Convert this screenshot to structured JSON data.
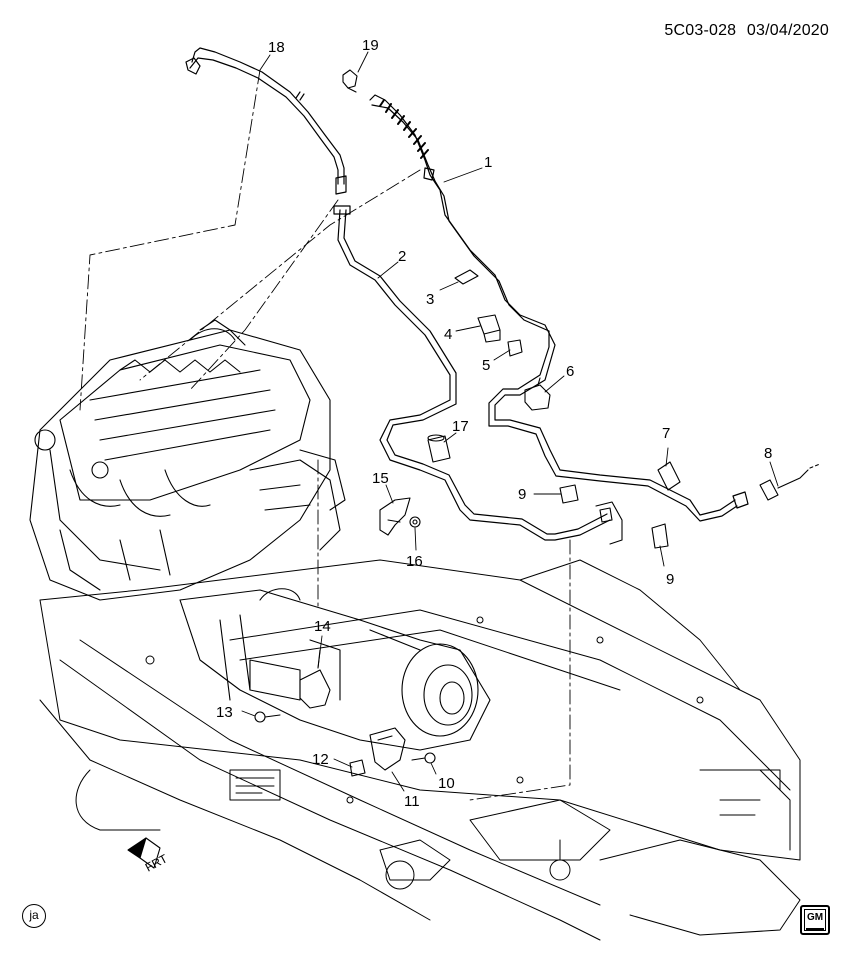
{
  "header": {
    "ref_code": "5C03-028",
    "date": "03/04/2020"
  },
  "callouts": {
    "c1": "1",
    "c2": "2",
    "c3": "3",
    "c4": "4",
    "c5": "5",
    "c6": "6",
    "c7": "7",
    "c8": "8",
    "c9a": "9",
    "c9b": "9",
    "c10": "10",
    "c11": "11",
    "c12": "12",
    "c13": "13",
    "c14": "14",
    "c15": "15",
    "c16": "16",
    "c17": "17",
    "c18": "18",
    "c19": "19"
  },
  "direction_label": "FRT",
  "footer": {
    "artist_mark": "ja",
    "logo_text": "GM"
  }
}
